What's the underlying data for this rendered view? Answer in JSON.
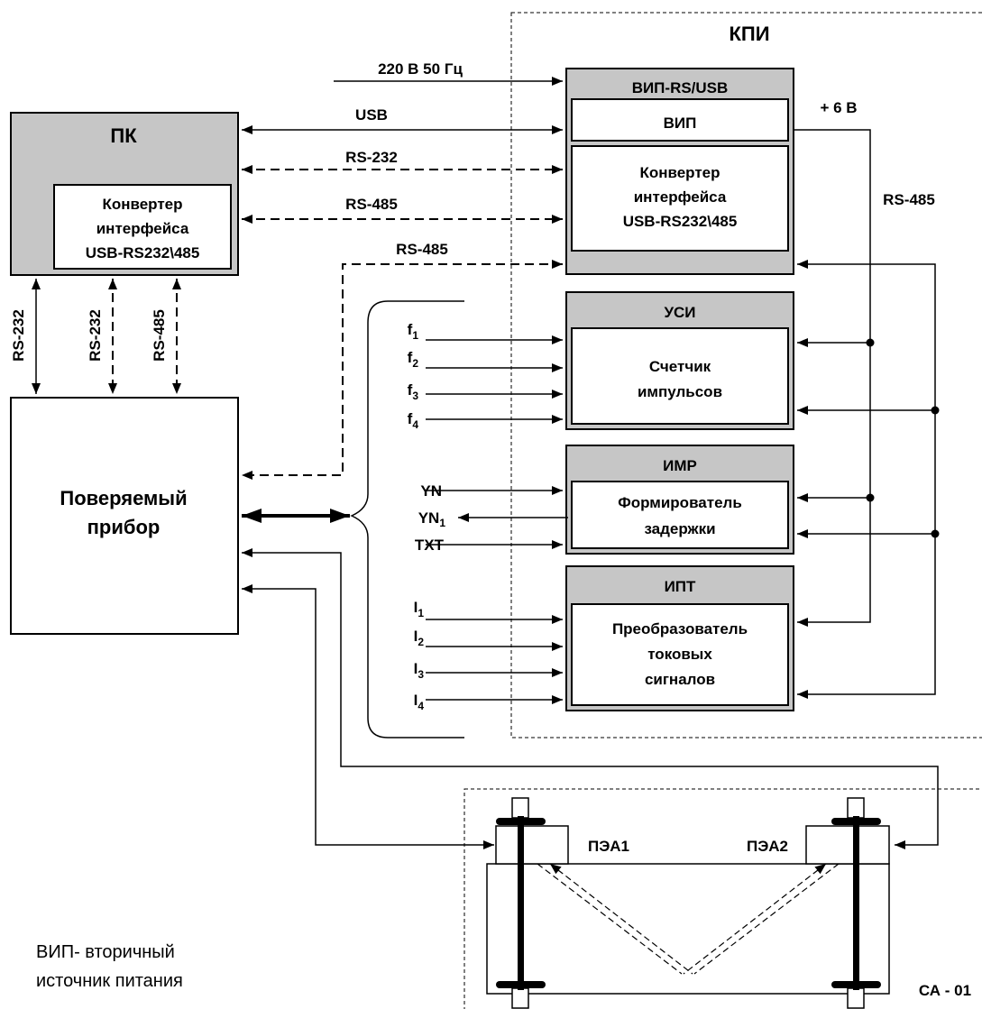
{
  "kpi": {
    "title": "КПИ",
    "power_in": "220 В 50 Гц",
    "plus6v": "+ 6 В",
    "rs485_right": "RS-485"
  },
  "pc": {
    "title": "ПК",
    "converter_lines": [
      "Конвертер",
      "интерфейса",
      "USB-RS232\\485"
    ]
  },
  "vip_rs_usb": {
    "title": "ВИП-RS/USB",
    "vip": "ВИП",
    "converter_lines": [
      "Конвертер",
      "интерфейса",
      "USB-RS232\\485"
    ]
  },
  "links": {
    "usb": "USB",
    "rs232": "RS-232",
    "rs485_a": "RS-485",
    "rs485_b": "RS-485",
    "pc_dev_1": "RS-232",
    "pc_dev_2": "RS-232",
    "pc_dev_3": "RS-485"
  },
  "usi": {
    "title": "УСИ",
    "lines": [
      "Счетчик",
      "импульсов"
    ],
    "inputs": [
      {
        "base": "f",
        "sub": "1"
      },
      {
        "base": "f",
        "sub": "2"
      },
      {
        "base": "f",
        "sub": "3"
      },
      {
        "base": "f",
        "sub": "4"
      }
    ]
  },
  "imr": {
    "title": "ИМР",
    "lines": [
      "Формирователь",
      "задержки"
    ],
    "signals": [
      {
        "base": "YN",
        "sub": ""
      },
      {
        "base": "YN",
        "sub": "1"
      },
      {
        "base": "TXT",
        "sub": ""
      }
    ]
  },
  "ipt": {
    "title": "ИПТ",
    "lines": [
      "Преобразователь",
      "токовых",
      "сигналов"
    ],
    "inputs": [
      {
        "base": "I",
        "sub": "1"
      },
      {
        "base": "I",
        "sub": "2"
      },
      {
        "base": "I",
        "sub": "3"
      },
      {
        "base": "I",
        "sub": "4"
      }
    ]
  },
  "device": {
    "lines": [
      "Поверяемый",
      "прибор"
    ]
  },
  "sensor": {
    "pea1": "ПЭА1",
    "pea2": "ПЭА2",
    "label": "СА - 01"
  },
  "legend": {
    "lines": [
      "ВИП- вторичный",
      "источник питания"
    ]
  }
}
